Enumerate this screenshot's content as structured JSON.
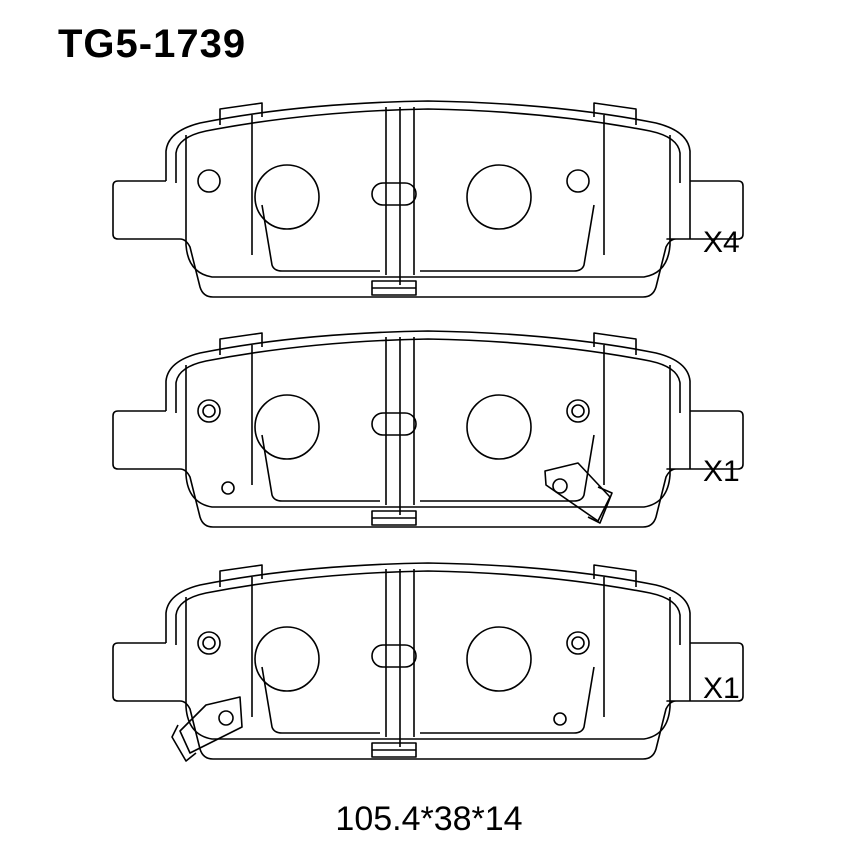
{
  "title": "TG5-1739",
  "pads": [
    {
      "quantity": "X4",
      "wear_indicator": "none"
    },
    {
      "quantity": "X1",
      "wear_indicator": "right"
    },
    {
      "quantity": "X1",
      "wear_indicator": "left"
    }
  ],
  "dimensions": "105.4*38*14"
}
